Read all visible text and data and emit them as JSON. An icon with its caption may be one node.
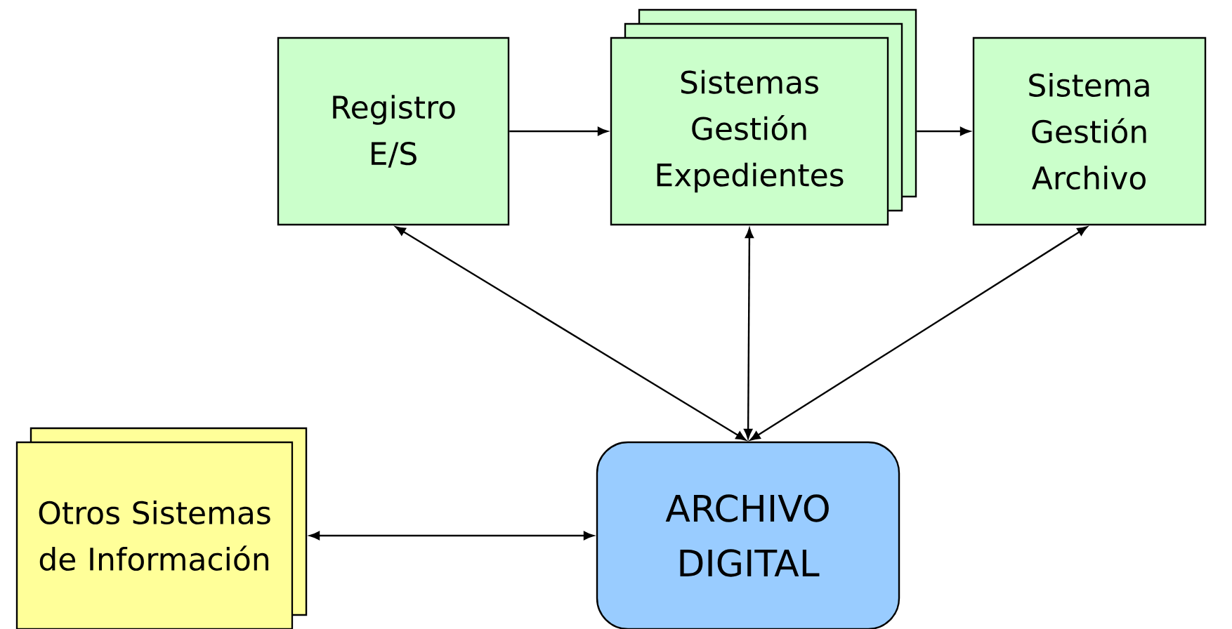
{
  "diagram": {
    "nodes": [
      {
        "text": [
          "Registro E/S"
        ]
      },
      {
        "text": [
          "Sistemas Gestión Expedientes"
        ]
      },
      {
        "text": [
          "Sistema Gestión Archivo"
        ]
      },
      {
        "text": [
          "Otros Sistemas de Información"
        ]
      },
      {
        "text": [
          "ARCHIVO DIGITAL"
        ]
      }
    ],
    "edges": [
      {
        "from": 0,
        "to": 1,
        "arrow": "to"
      },
      {
        "from": 1,
        "to": 2,
        "arrow": "to"
      },
      {
        "from": 0,
        "to": 4,
        "arrow": "both"
      },
      {
        "from": 1,
        "to": 4,
        "arrow": "both"
      },
      {
        "from": 2,
        "to": 4,
        "arrow": "both"
      },
      {
        "from": 3,
        "to": 4,
        "arrow": "both"
      }
    ]
  }
}
